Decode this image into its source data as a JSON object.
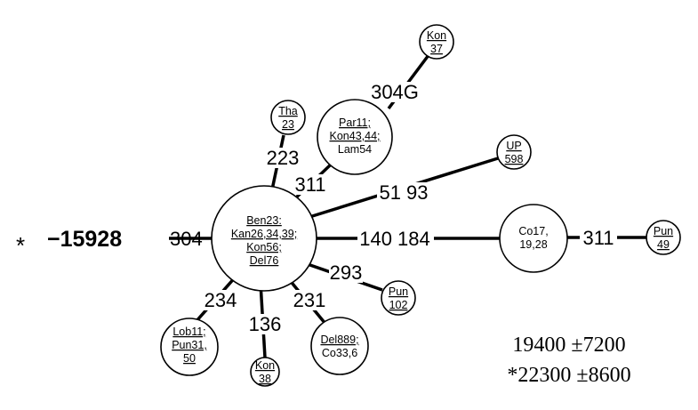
{
  "root": {
    "star": "*",
    "label": "−15928",
    "edge_label": "304"
  },
  "nodes": {
    "center": [
      "Ben23:",
      "Kan26,34,39;",
      "Kon56;",
      "Del76"
    ],
    "tha": [
      "Tha",
      "23"
    ],
    "par": [
      "Par11;",
      "Kon43,44;",
      "Lam54"
    ],
    "kon37": [
      "Kon",
      "37"
    ],
    "up": [
      "UP",
      "598"
    ],
    "co": [
      "Co17,",
      "19,28"
    ],
    "pun49": [
      "Pun",
      "49"
    ],
    "pun102": [
      "Pun",
      "102"
    ],
    "del": [
      "Del889;",
      "Co33,6"
    ],
    "kon38": [
      "Kon",
      "38"
    ],
    "lob": [
      "Lob11;",
      "Pun31,",
      "50"
    ]
  },
  "edges": {
    "root_center": "304",
    "center_tha": "223",
    "center_par": "311",
    "par_kon37": "304G",
    "center_up": "51 93",
    "center_co": "140 184",
    "co_pun49": "311",
    "center_pun102": "293",
    "center_del": "231",
    "center_kon38": "136",
    "center_lob": "234"
  },
  "dates": {
    "line1": "19400 ±7200",
    "line2": "*22300 ±8600"
  }
}
